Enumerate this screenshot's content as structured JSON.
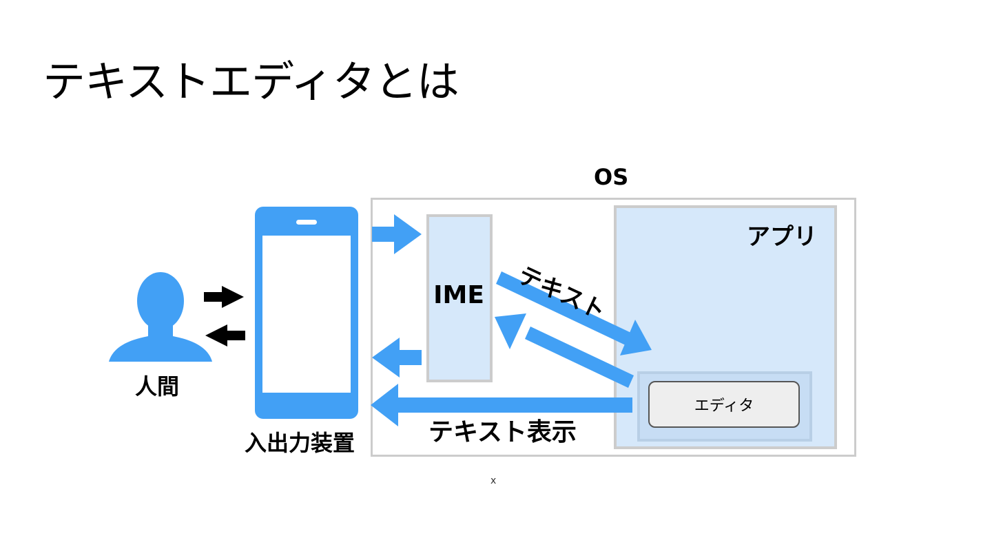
{
  "slide": {
    "title": "テキストエディタとは",
    "footer_mark": "x"
  },
  "diagram": {
    "os_label": "OS",
    "app_label": "アプリ",
    "ime_label": "IME",
    "editor_label": "エディタ",
    "human_label": "人間",
    "device_label": "入出力装置",
    "text_arrow_label": "テキスト",
    "text_display_label": "テキスト表示",
    "colors": {
      "accent_blue": "#42a0f5",
      "box_border": "#cccccc",
      "box_fill": "#d6e8fa",
      "arrow_black": "#000000"
    },
    "icons": [
      "person-icon",
      "smartphone-icon"
    ]
  }
}
